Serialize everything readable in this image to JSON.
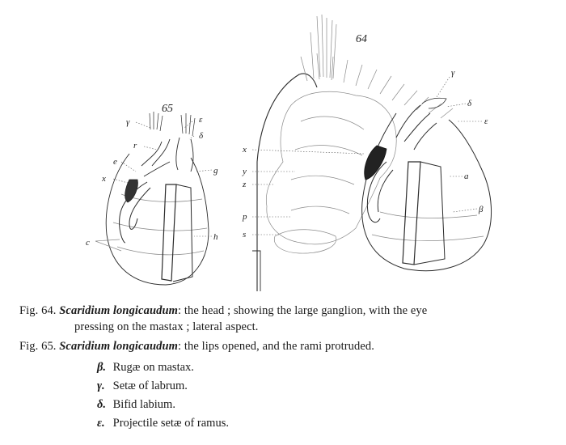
{
  "figures": {
    "fig64_number": "64",
    "fig65_number": "65",
    "fig64_labels": {
      "gamma": "γ",
      "delta": "δ",
      "epsilon": "ε",
      "x": "x",
      "y": "y",
      "z": "z",
      "p": "p",
      "s": "s",
      "a": "a",
      "beta": "β"
    },
    "fig65_labels": {
      "gamma": "γ",
      "epsilon": "ε",
      "delta": "δ",
      "r": "r",
      "e": "e",
      "x": "x",
      "g": "g",
      "h": "h",
      "c": "c"
    }
  },
  "caption": {
    "fig64": {
      "label": "Fig. 64.",
      "species": "Scaridium longicaudum",
      "text1": ": the head ; showing the large ganglion, with the eye",
      "text2": "pressing on the mastax ; lateral aspect."
    },
    "fig65": {
      "label": "Fig. 65.",
      "species": "Scaridium longicaudum",
      "text": ": the lips opened, and the rami protruded."
    },
    "legend": [
      {
        "symbol": "β.",
        "text": "Rugæ on mastax."
      },
      {
        "symbol": "γ.",
        "text": "Setæ of labrum."
      },
      {
        "symbol": "δ.",
        "text": "Bifid labium."
      },
      {
        "symbol": "ε.",
        "text": "Projectile setæ of ramus."
      }
    ]
  }
}
